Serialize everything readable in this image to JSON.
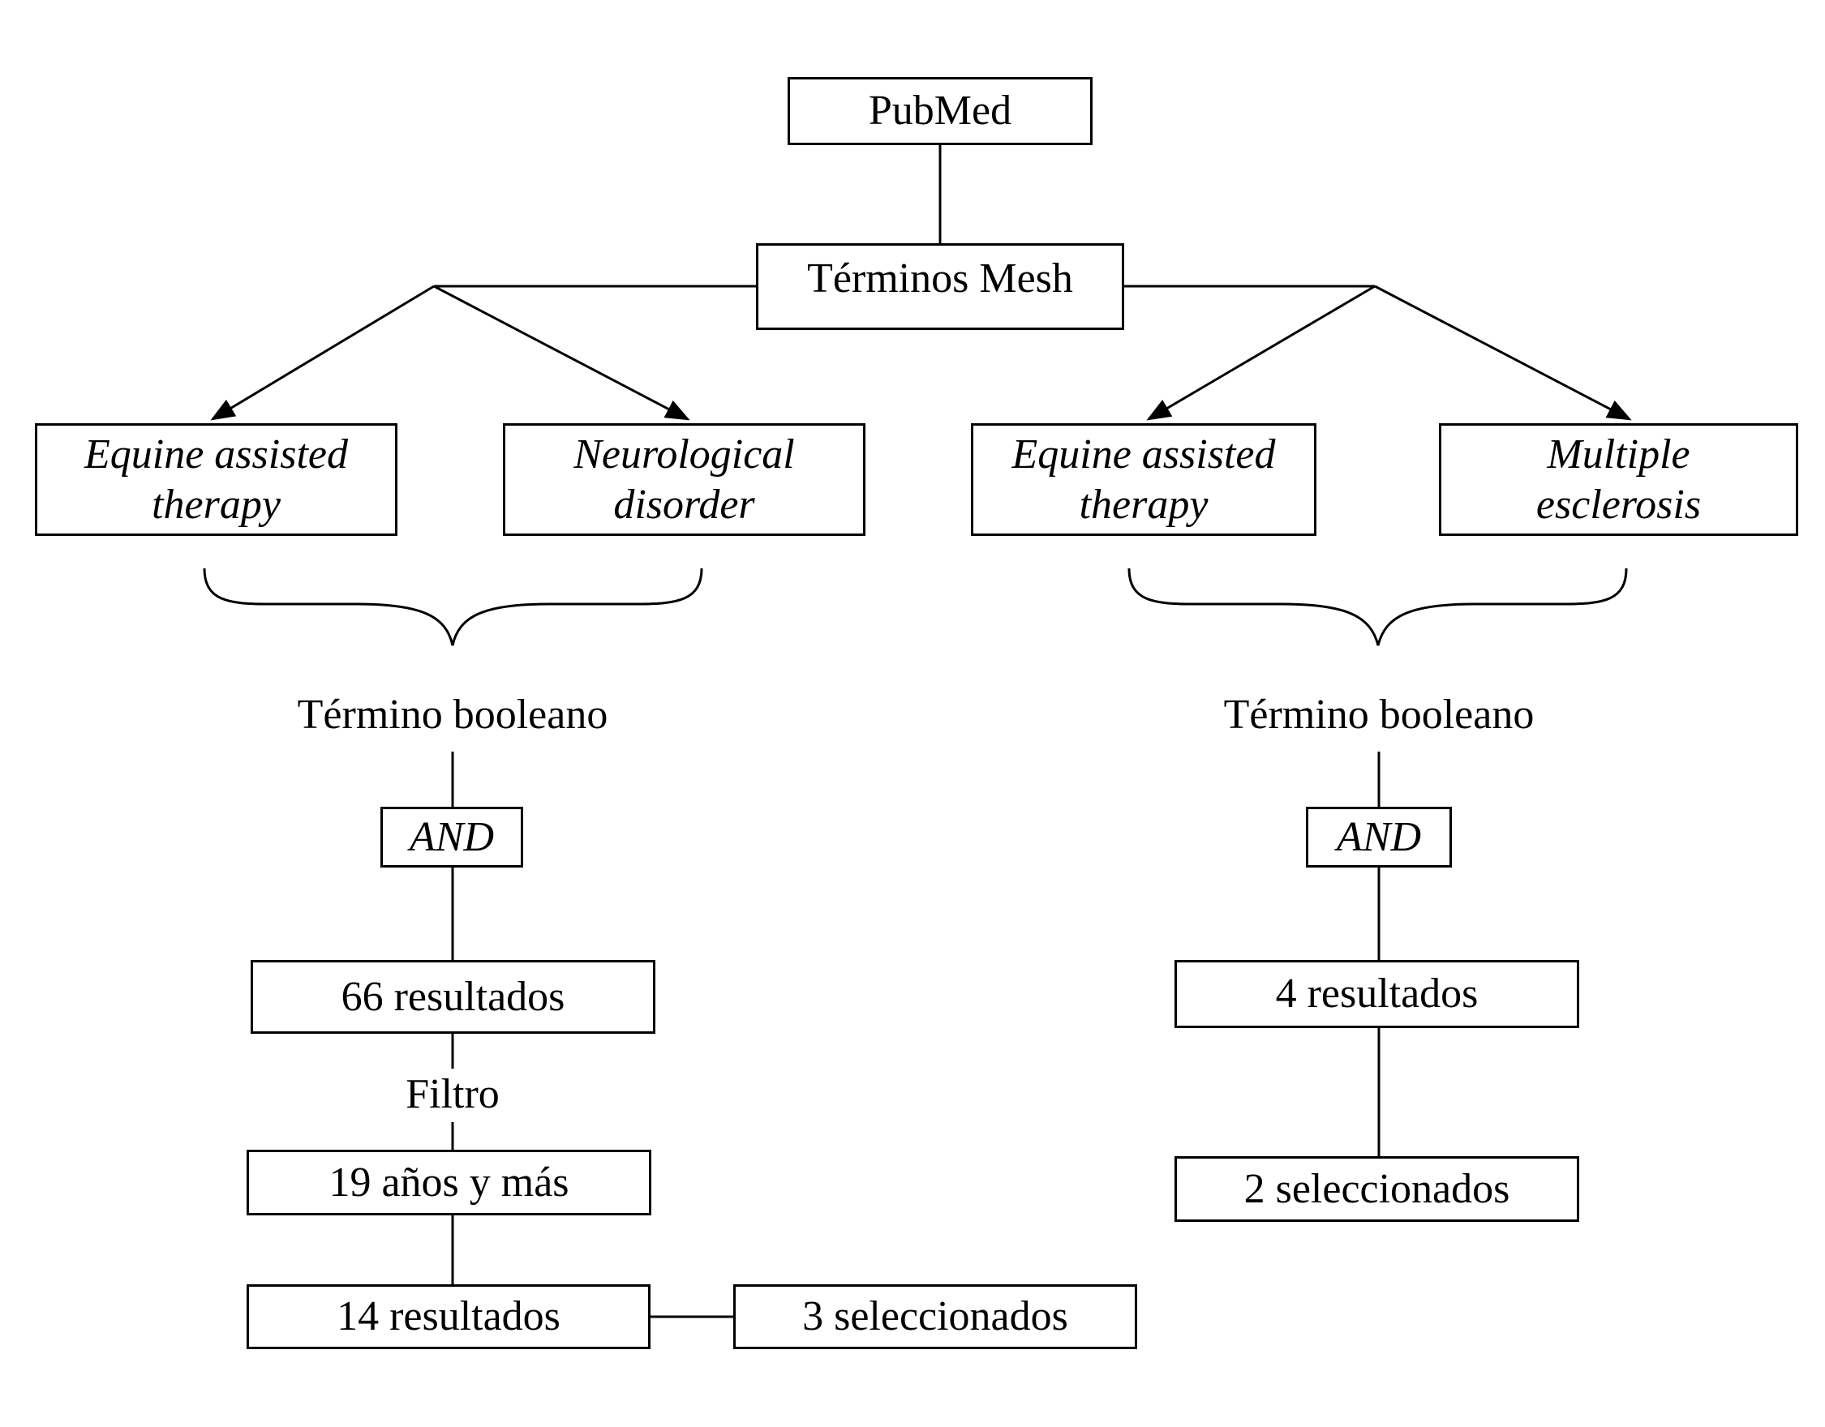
{
  "diagram": {
    "root": "PubMed",
    "mesh": "Términos Mesh",
    "left": {
      "term1": [
        "Equine assisted",
        "therapy"
      ],
      "term2": [
        "Neurological",
        "disorder"
      ],
      "boolean_label": "Término booleano",
      "operator": "AND",
      "results": "66 resultados",
      "filter_label": "Filtro",
      "filter": "19 años y más",
      "filtered_results": "14 resultados",
      "selected": "3 seleccionados"
    },
    "right": {
      "term1": [
        "Equine assisted",
        "therapy"
      ],
      "term2": [
        "Multiple",
        "esclerosis"
      ],
      "boolean_label": "Término booleano",
      "operator": "AND",
      "results": "4 resultados",
      "selected": "2 seleccionados"
    }
  }
}
